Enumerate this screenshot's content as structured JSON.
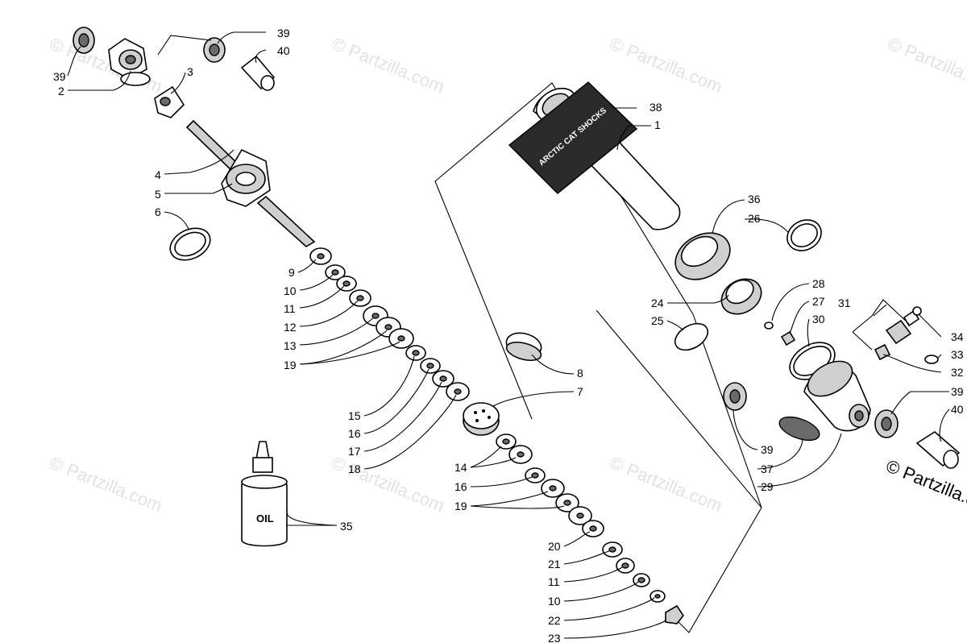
{
  "watermark": "© Partzilla.com",
  "copyright": "© Partzilla.com",
  "oil_label": "OIL",
  "sleeve_text": "ARCTIC CAT SHOCKS",
  "callouts": {
    "c1": "1",
    "c2": "2",
    "c3": "3",
    "c4": "4",
    "c5": "5",
    "c6": "6",
    "c7": "7",
    "c8": "8",
    "c9": "9",
    "c10a": "10",
    "c10b": "10",
    "c11a": "11",
    "c11b": "11",
    "c12": "12",
    "c13": "13",
    "c14": "14",
    "c15": "15",
    "c16a": "16",
    "c16b": "16",
    "c17": "17",
    "c18": "18",
    "c19a": "19",
    "c19b": "19",
    "c20": "20",
    "c21": "21",
    "c22": "22",
    "c23": "23",
    "c24": "24",
    "c25": "25",
    "c26": "26",
    "c27": "27",
    "c28": "28",
    "c29": "29",
    "c30": "30",
    "c31": "31",
    "c32": "32",
    "c33": "33",
    "c34": "34",
    "c35": "35",
    "c36": "36",
    "c37": "37",
    "c38": "38",
    "c39a": "39",
    "c39b": "39",
    "c39c": "39",
    "c39d": "39",
    "c40a": "40",
    "c40b": "40"
  }
}
